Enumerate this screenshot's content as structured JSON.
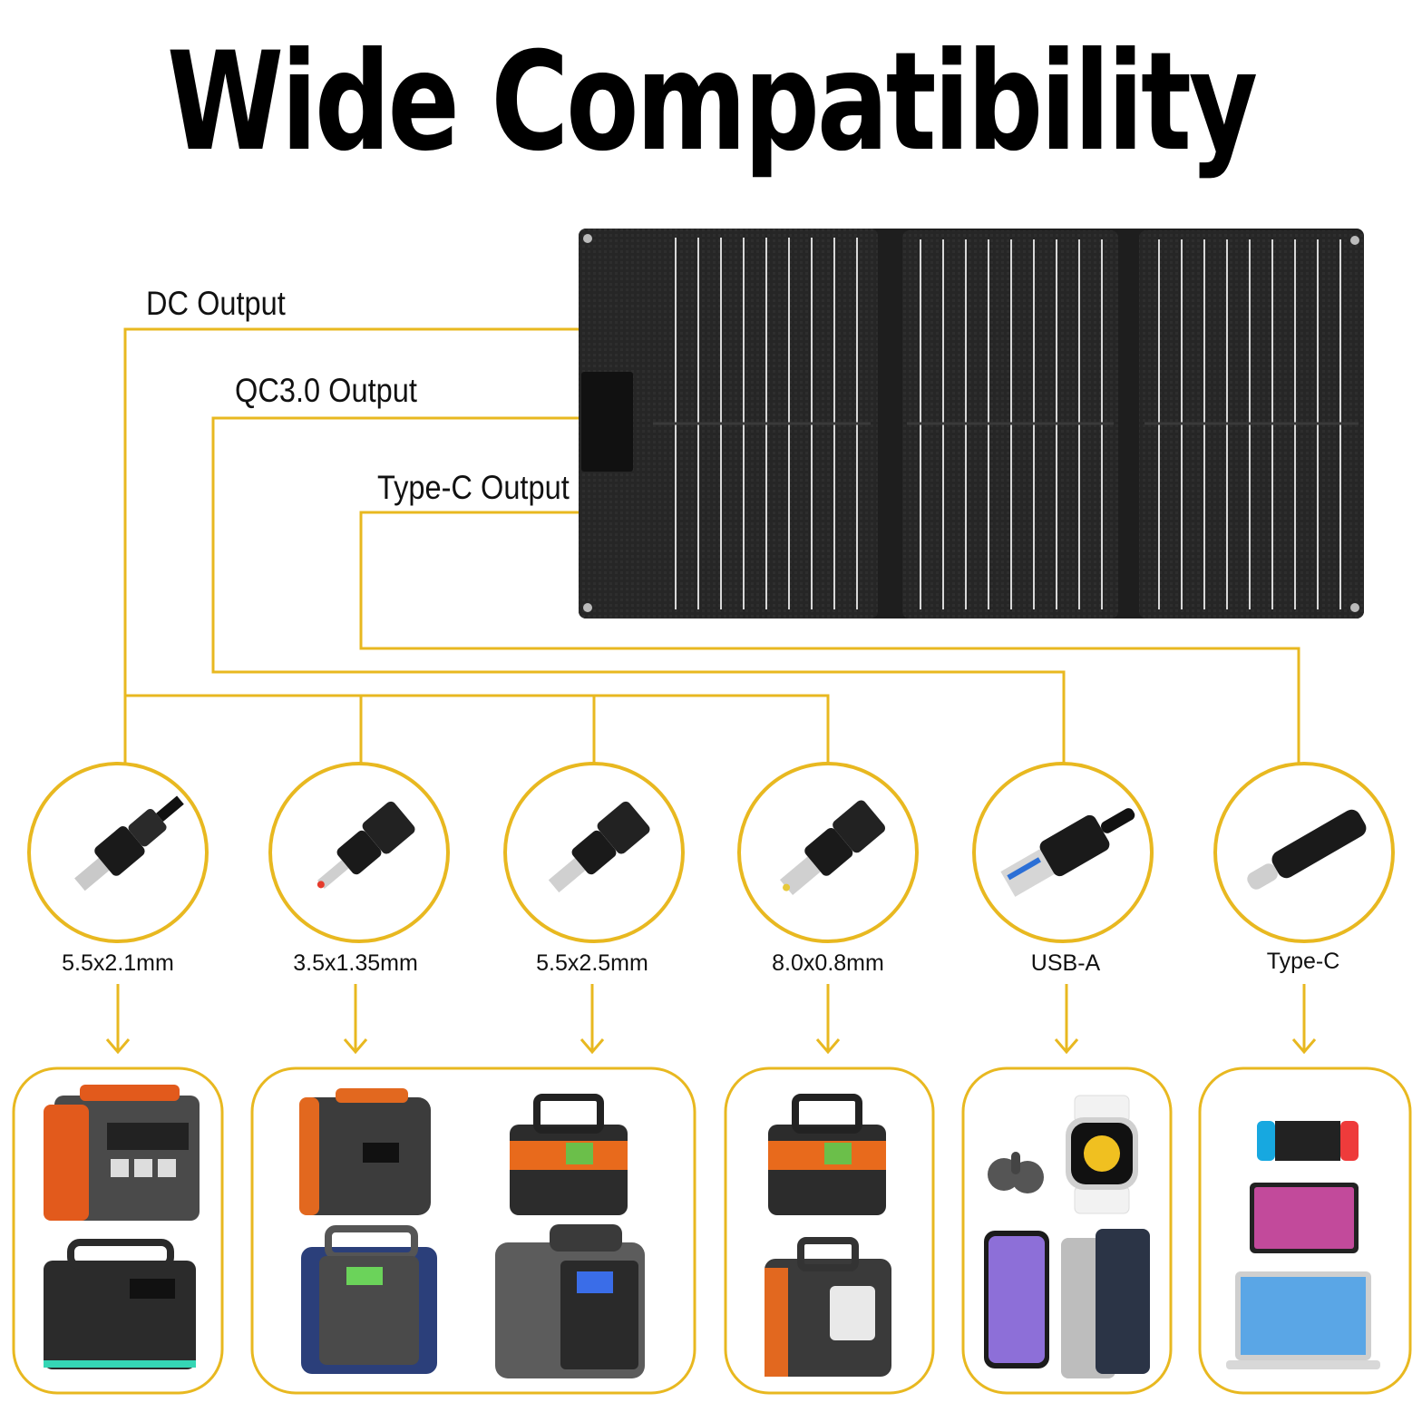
{
  "title": "Wide Compatibility",
  "outputs": {
    "dc": "DC Output",
    "qc": "QC3.0 Output",
    "typec": "Type-C Output"
  },
  "connectors": [
    {
      "label": "5.5x2.1mm",
      "icon": "dc-barrel-plug-icon"
    },
    {
      "label": "3.5x1.35mm",
      "icon": "dc-barrel-plug-icon"
    },
    {
      "label": "5.5x2.5mm",
      "icon": "dc-barrel-plug-icon"
    },
    {
      "label": "8.0x0.8mm",
      "icon": "dc-barrel-plug-icon"
    },
    {
      "label": "USB-A",
      "icon": "usb-a-plug-icon"
    },
    {
      "label": "Type-C",
      "icon": "usb-c-plug-icon"
    }
  ],
  "device_groups": [
    {
      "devices": [
        "portable-power-station-icon",
        "portable-power-station-icon"
      ]
    },
    {
      "devices": [
        "portable-power-station-icon",
        "portable-power-station-icon",
        "portable-power-station-icon",
        "portable-power-station-icon"
      ]
    },
    {
      "devices": [
        "portable-power-station-icon",
        "portable-power-station-icon"
      ]
    },
    {
      "devices": [
        "earbuds-icon",
        "smartwatch-icon",
        "smartphone-icon",
        "power-bank-icon"
      ]
    },
    {
      "devices": [
        "game-console-icon",
        "tablet-icon",
        "laptop-icon"
      ]
    }
  ],
  "colors": {
    "line": "#E8B820",
    "panel": "#232323",
    "text": "#111111"
  }
}
